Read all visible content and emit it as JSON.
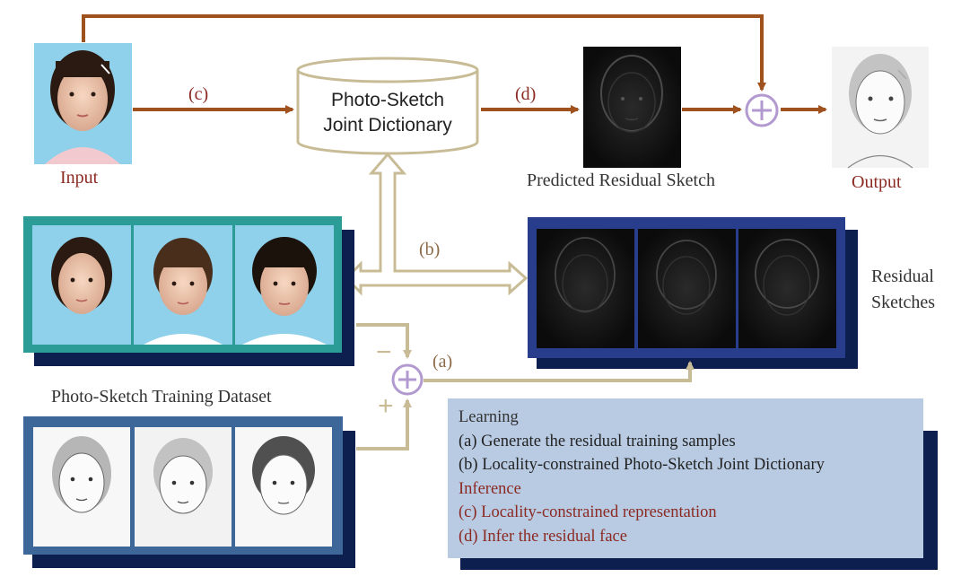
{
  "labels": {
    "input": "Input",
    "output": "Output",
    "predicted": "Predicted Residual Sketch",
    "residual_line1": "Residual",
    "residual_line2": "Sketches",
    "training_dataset": "Photo-Sketch Training Dataset"
  },
  "dictionary": {
    "line1": "Photo-Sketch",
    "line2": "Joint Dictionary"
  },
  "steps": {
    "a": "(a)",
    "b": "(b)",
    "c": "(c)",
    "d": "(d)"
  },
  "signs": {
    "minus": "−",
    "plus": "+"
  },
  "legend": {
    "learning_title": "Learning",
    "learning_items": [
      "(a) Generate the residual training samples",
      "(b) Locality-constrained Photo-Sketch Joint Dictionary"
    ],
    "inference_title": "Inference",
    "inference_items": [
      "(c) Locality-constrained representation",
      "(d) Infer the residual face"
    ]
  },
  "colors": {
    "flow_arrow": "#a0521e",
    "training_arrow": "#c8bc97",
    "photo_frame": "#2b9c96",
    "residual_frame": "#283d8c",
    "sketch_frame": "#3d6799",
    "shadow": "#0c1f4f",
    "legend_bg": "#b8cbe3",
    "adder": "#b29ad0",
    "label_red": "#8b2a22"
  }
}
